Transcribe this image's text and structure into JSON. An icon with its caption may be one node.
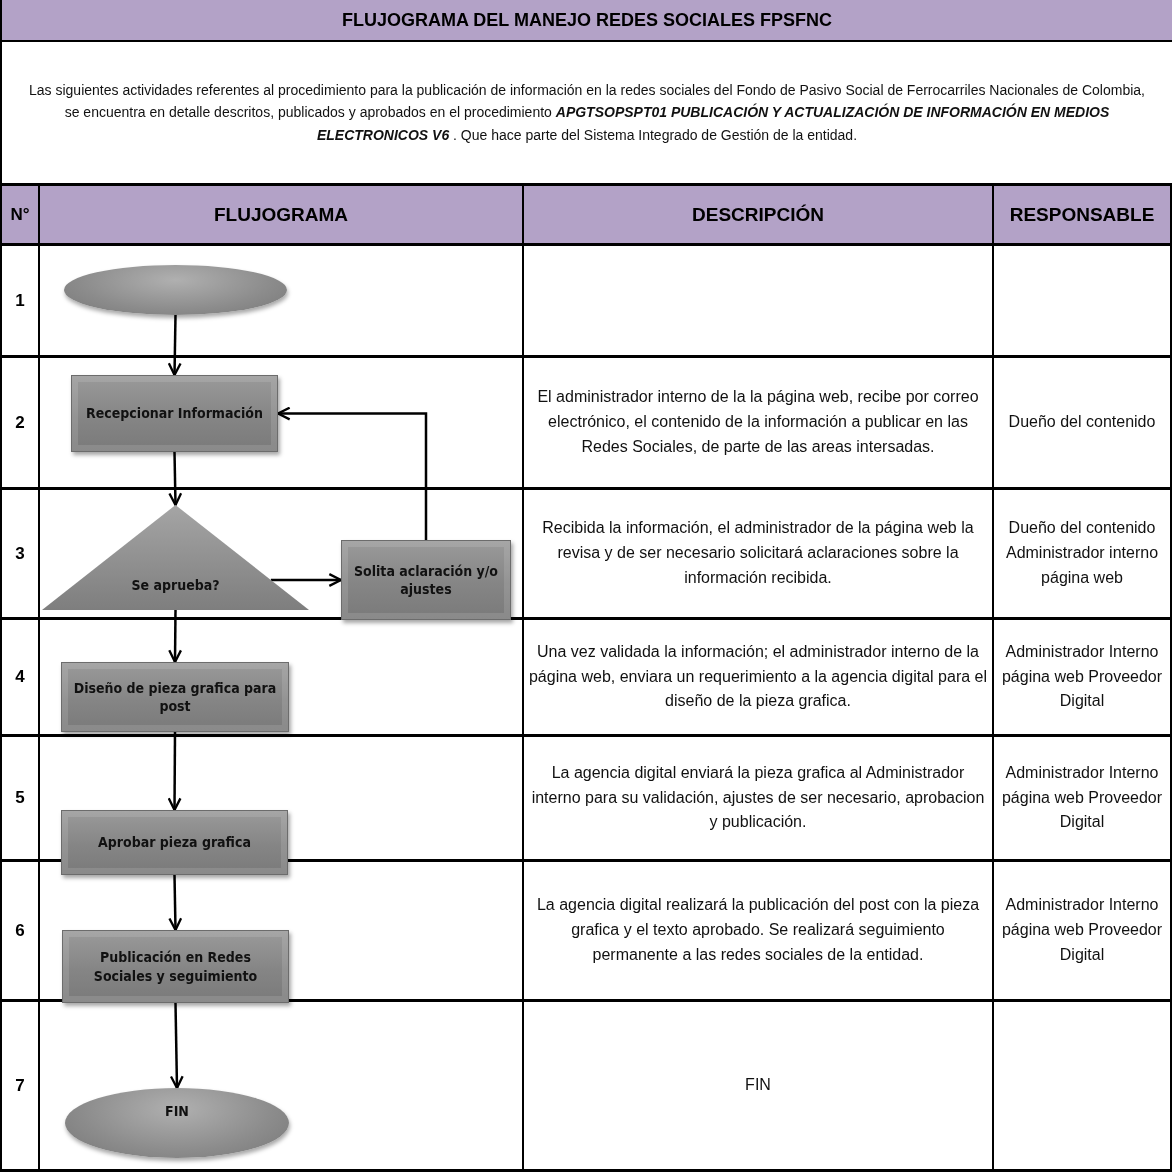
{
  "diagram": {
    "title": "FLUJOGRAMA DEL MANEJO REDES SOCIALES FPSFNC",
    "nodes": [
      {
        "text": [],
        "shape": "ellipse"
      },
      {
        "text": [
          "Recepcionar Información"
        ]
      },
      {
        "text": [
          "Se aprueba?"
        ]
      },
      {
        "text": [
          "Solita aclaración y/o ajustes"
        ]
      },
      {
        "text": [
          "Diseño de pieza grafica para post"
        ]
      },
      {
        "text": [
          "Aprobar pieza grafica"
        ]
      },
      {
        "text": [
          "Publicación en Redes Sociales y seguimiento"
        ]
      },
      {
        "text": [
          "FIN"
        ]
      }
    ],
    "edges": [
      {
        "from": 0,
        "to": 1,
        "arrow": "to"
      },
      {
        "from": 1,
        "to": 2,
        "arrow": "to"
      },
      {
        "from": 2,
        "to": 3,
        "arrow": "to"
      },
      {
        "from": 3,
        "to": 1,
        "arrow": "to"
      },
      {
        "from": 2,
        "to": 4,
        "arrow": "to"
      },
      {
        "from": 4,
        "to": 5,
        "arrow": "to"
      },
      {
        "from": 5,
        "to": 6,
        "arrow": "to"
      },
      {
        "from": 6,
        "to": 7,
        "arrow": "to"
      }
    ],
    "labels": [
      "Las siguientes actividades referentes al procedimiento para la publicación de información en la redes sociales del Fondo de Pasivo Social de Ferrocarriles Nacionales de Colombia, se encuentra en detalle descritos, publicados y aprobados en el procedimiento **APGTSOPSPT01 PUBLICACIÓN Y ACTUALIZACIÓN DE INFORMACIÓN EN MEDIOS ELECTRONICOS V6** . Que hace parte del Sistema Integrado de Gestión de la entidad.",
      "N°",
      "FLUJOGRAMA",
      "DESCRIPCIÓN",
      "RESPONSABLE",
      "1",
      "2",
      "El administrador interno de la la página web, recibe por correo electrónico, el contenido de la información a publicar en las Redes Sociales, de parte de las areas intersadas.",
      "Dueño del contenido",
      "3",
      "Recibida la información, el administrador de la página web la revisa y de ser necesario solicitará aclaraciones sobre la información recibida.",
      "Dueño del contenido Administrador interno página web",
      "4",
      "Una vez validada la información; el administrador interno de la página web, enviara un requerimiento a la agencia digital para el diseño de la pieza grafica.",
      "Administrador Interno página web Proveedor Digital",
      "5",
      "La agencia digital enviará la pieza grafica al Administrador interno para su validación, ajustes de ser necesario, aprobacion y publicación.",
      "Administrador Interno página web Proveedor Digital",
      "6",
      "La agencia digital realizará la publicación del post con la pieza grafica y el texto aprobado. Se realizará seguimiento permanente a las redes sociales de la entidad.",
      "Administrador Interno página web Proveedor Digital",
      "7",
      "FIN"
    ]
  }
}
